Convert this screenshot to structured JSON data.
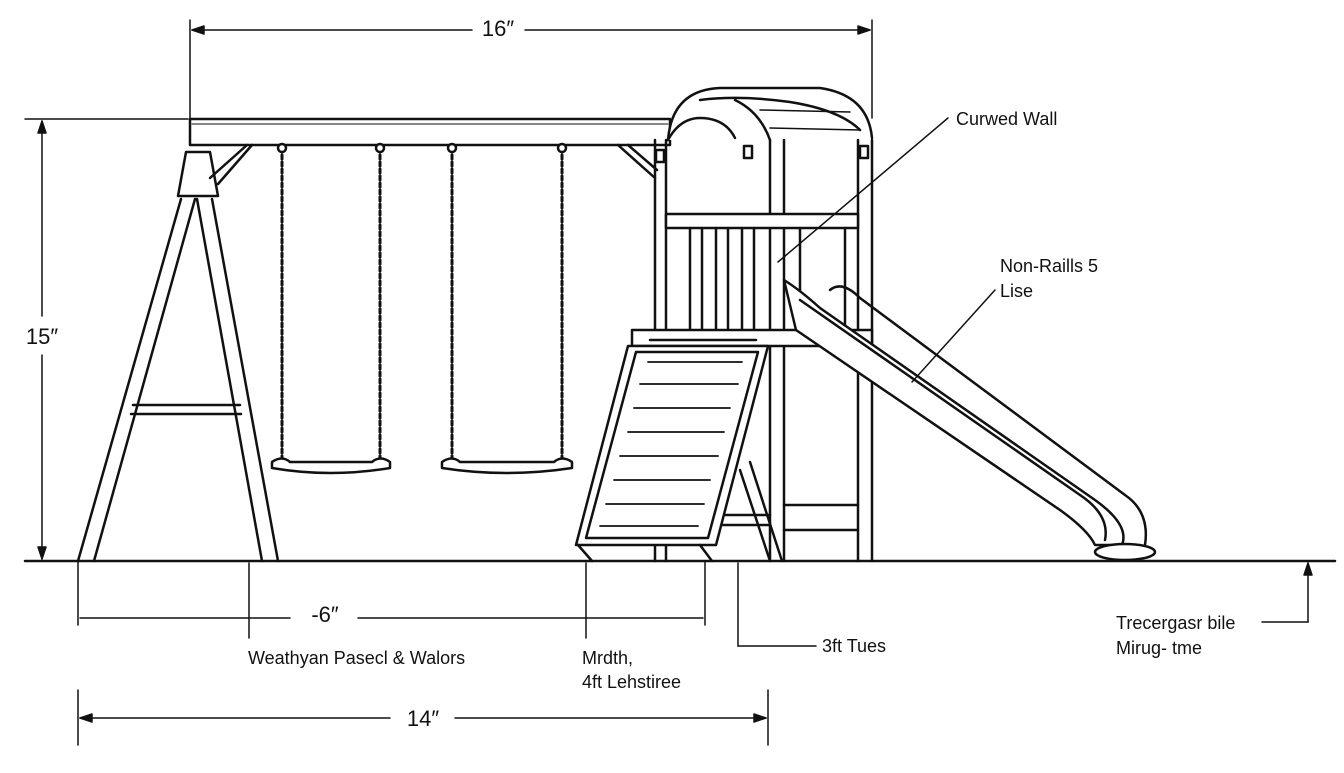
{
  "diagram": {
    "dimensions": {
      "top_width": "16″",
      "height": "15″",
      "swing_width": "-6″",
      "bottom_width": "14″"
    },
    "callouts": {
      "curved_wall": "Curwed Wall",
      "non_rails_line1": "Non-Raills 5",
      "non_rails_line2": "Lise",
      "weather_panel": "Weathyan Pasecl & Walors",
      "mrdth_line1": "Mrdth,",
      "mrdth_line2": "4ft Lehstiree",
      "tues": "3ft Tues",
      "trecer_line1": "Trecergasr bile",
      "trecer_line2": "Mirug- tme"
    },
    "colors": {
      "line": "#111111",
      "background": "#ffffff"
    }
  }
}
